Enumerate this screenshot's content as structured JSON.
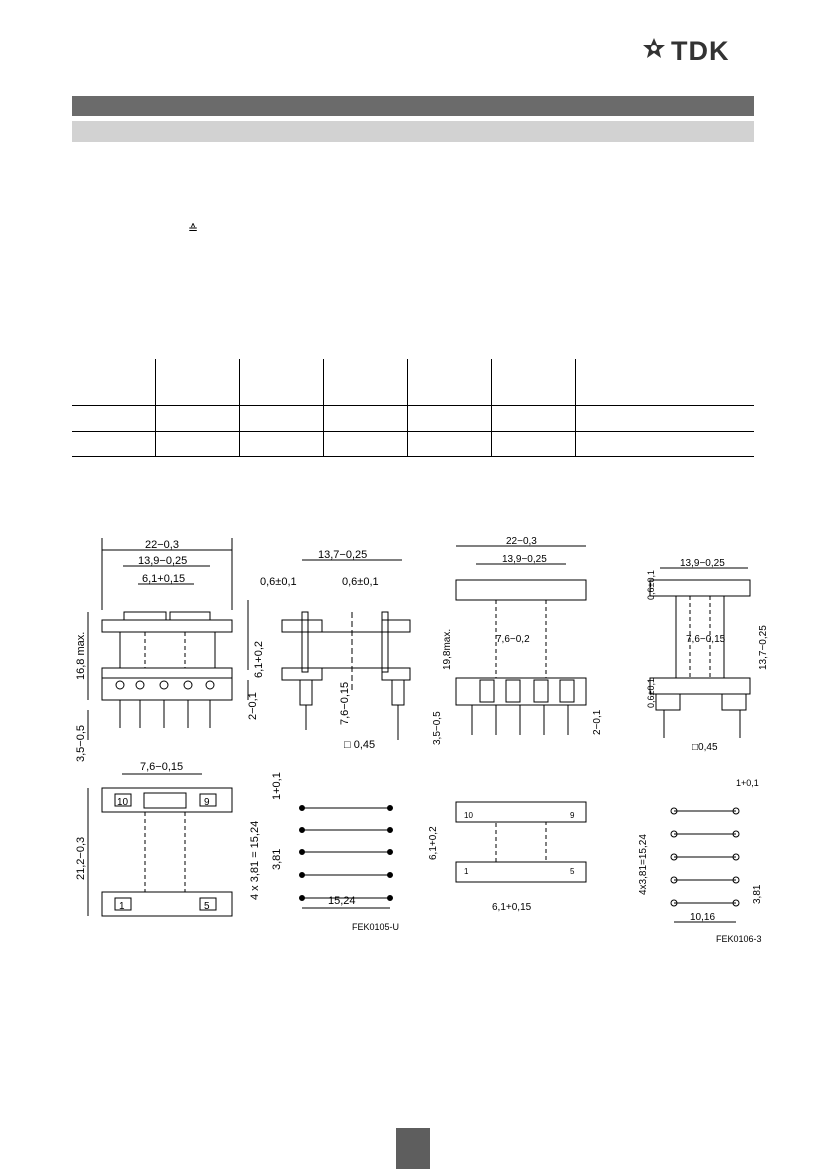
{
  "header": {
    "brand": "TDK"
  },
  "symbol": "≙",
  "table": {
    "columns": 7,
    "rows": 3
  },
  "drawings": {
    "left": {
      "dim_width": "22−0,3",
      "dim_inner": "13,9−0,25",
      "dim_pin_span": "6,1+0,15",
      "dim_height": "16,8 max.",
      "dim_pin_len": "3,5−0,5",
      "dim_core": "6,1+0,2",
      "dim_flange": "2−0,1",
      "side_width": "13,7−0,25",
      "side_left": "0,6±0,1",
      "side_right": "0,6±0,1",
      "side_core": "7,6−0,15",
      "side_pin": "□ 0,45",
      "top_core": "7,6−0,15",
      "top_depth": "21,2−0,3",
      "pin_10": "10",
      "pin_9": "9",
      "pin_1": "1",
      "pin_5": "5",
      "grid_offset": "1+0,1",
      "grid_total": "4 x 3,81 = 15,24",
      "grid_pitch": "3,81",
      "grid_width": "15,24",
      "code": "FEK0105-U"
    },
    "right": {
      "dim_width": "22−0,3",
      "dim_inner": "13,9−0,25",
      "dim_core": "7,6−0,2",
      "dim_height": "19,8max.",
      "dim_pin_len": "3,5−0,5",
      "dim_flange": "2−0,1",
      "side_width": "13,9−0,25",
      "side_top": "0,6±0,1",
      "side_core": "7,6−0,15",
      "side_height": "13,7−0,25",
      "side_bottom": "0,6±0,1",
      "side_pin": "□0,45",
      "top_left_depth": "6,1+0,2",
      "top_core": "6,1+0,15",
      "pin_10": "10",
      "pin_9": "9",
      "pin_1": "1",
      "pin_5": "5",
      "grid_offset": "1+0,1",
      "grid_total": "4x3,81=15,24",
      "grid_pitch": "3,81",
      "grid_width": "10,16",
      "code": "FEK0106-3"
    }
  }
}
